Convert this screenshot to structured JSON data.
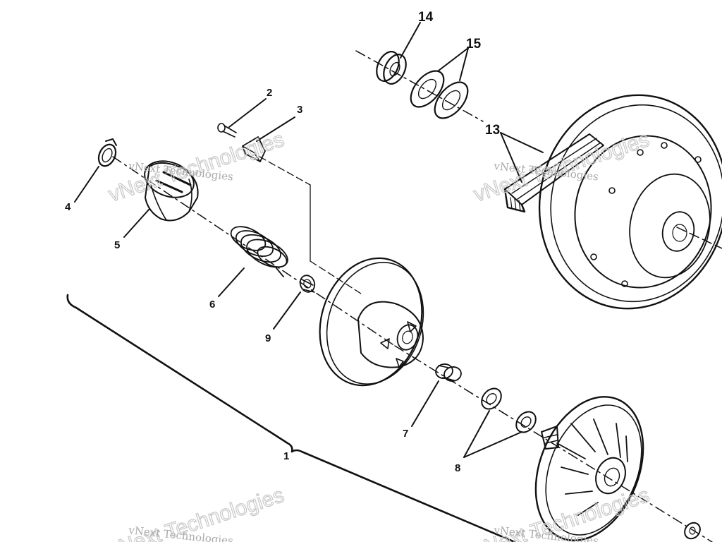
{
  "callouts": {
    "c1": "1",
    "c2": "2",
    "c3": "3",
    "c4": "4",
    "c5": "5",
    "c6": "6",
    "c7": "7",
    "c8": "8",
    "c9": "9",
    "c13": "13",
    "c14": "14",
    "c15": "15"
  },
  "watermark": {
    "line1": "vNext Technologies",
    "line2": "vNext Technologies"
  },
  "colors": {
    "ink": "#111111",
    "paper": "#ffffff",
    "watermark": "#b4b4b4"
  }
}
